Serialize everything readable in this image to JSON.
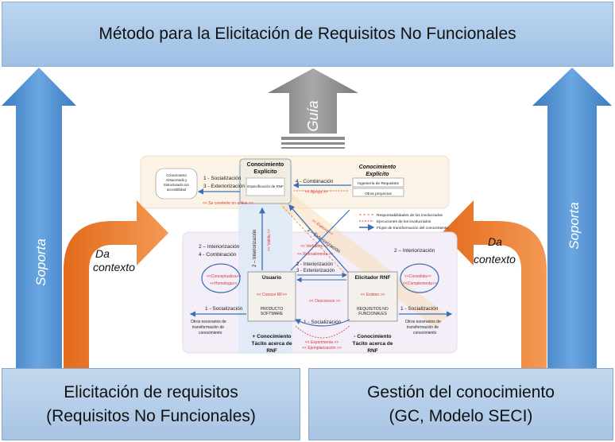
{
  "title": "Método para la Elicitación de Requisitos No Funcionales",
  "arrows": {
    "soporta_left": "Soporta",
    "soporta_right": "Soporta",
    "guia": "Guía",
    "da": "Da",
    "contexto": "contexto"
  },
  "bottom_left": {
    "line1": "Elicitación de requisitos",
    "line2": "(Requisitos No Funcionales)"
  },
  "bottom_right": {
    "line1": "Gestión del conocimiento",
    "line2": "(GC, Modelo SECI)"
  },
  "seci": {
    "ce_left_title1": "Conocimiento",
    "ce_left_title2": "Explícito",
    "ce_left_spec": "Especificación de RNF",
    "ce_right_title1": "Conocimiento",
    "ce_right_title2": "Explícito",
    "ing_req": "Ingeniería de Requisitos",
    "otros_proy": "Otros proyectos",
    "almacen1": "Conocimiento",
    "almacen2": "Almacenado y",
    "almacen3": "Estructurado con",
    "almacen4": "accesibilidad",
    "l_social1": "1 - Socialización",
    "l_exter3": "3 - Exteriorización",
    "se_convierte": "<< Se convierte en activo >>",
    "combinacion4": "4 - Combinación",
    "apoya": "<< Apoya >>",
    "legend1": "Responsabilidades de los involucrados",
    "legend2": "Ejecuciones de los involucrados",
    "legend3": "Flujos de transformación del conocimiento",
    "elabora": "<< Elabora >>",
    "exter3_diag": "3 – Exteriorización",
    "inter2_left": "2 – Interiorización",
    "comb4_left": "4 - Combinación",
    "inter2_vert": "2 – Interiorización",
    "valida": "<< Valida >>",
    "inter2_right": "2 – Interiorización",
    "conceptualiza": "<<Conceptualiza>>",
    "homologa": "<<Homologa>>",
    "verbaliza": "<< Verbaliza >>",
    "retroalimenta": "<< Retroalimenta >>",
    "inter2_mid": "2 - Interiorización",
    "exter3_mid": "3 - Exteriorización",
    "consolida": "<<Consolida>>",
    "complementa": "<<Complementa>>",
    "usuario": "Usuario",
    "conoce_rf": "<< Conoce RF>>",
    "producto": "PRODUCTO",
    "software": "SOFTWARE",
    "elicitador": "Elicitador RNF",
    "existen": "<< Existen >>",
    "req_no": "REQUISITOS NO",
    "funcionales": "FUNCIONALES",
    "desconoce": "<< Desconoce >>",
    "social1_left": "1 - Socialización",
    "otros_esc_l1": "Otros escenarios de",
    "otros_esc_l2": "transformación de",
    "otros_esc_l3": "conocimiento",
    "social1_mid": "1 - Socialización",
    "social1_right": "1 - Socialización",
    "otros_esc_r1": "Otros escenarios de",
    "otros_esc_r2": "transformación de",
    "otros_esc_r3": "conocimiento",
    "tacito_l1": "+ Conocimiento",
    "tacito_l2": "Tácito acerca de",
    "tacito_l3": "RNF",
    "experimenta": "<< Experimenta >>",
    "ejemplarizacion": "<< Ejemplarización >>",
    "tacito_r1": "- Conocimiento",
    "tacito_r2": "Tácito acerca de",
    "tacito_r3": "RNF"
  },
  "colors": {
    "blue_arrow": "#4a86c8",
    "orange_arrow": "#e8772d",
    "gray_arrow": "#8c8c8c"
  }
}
